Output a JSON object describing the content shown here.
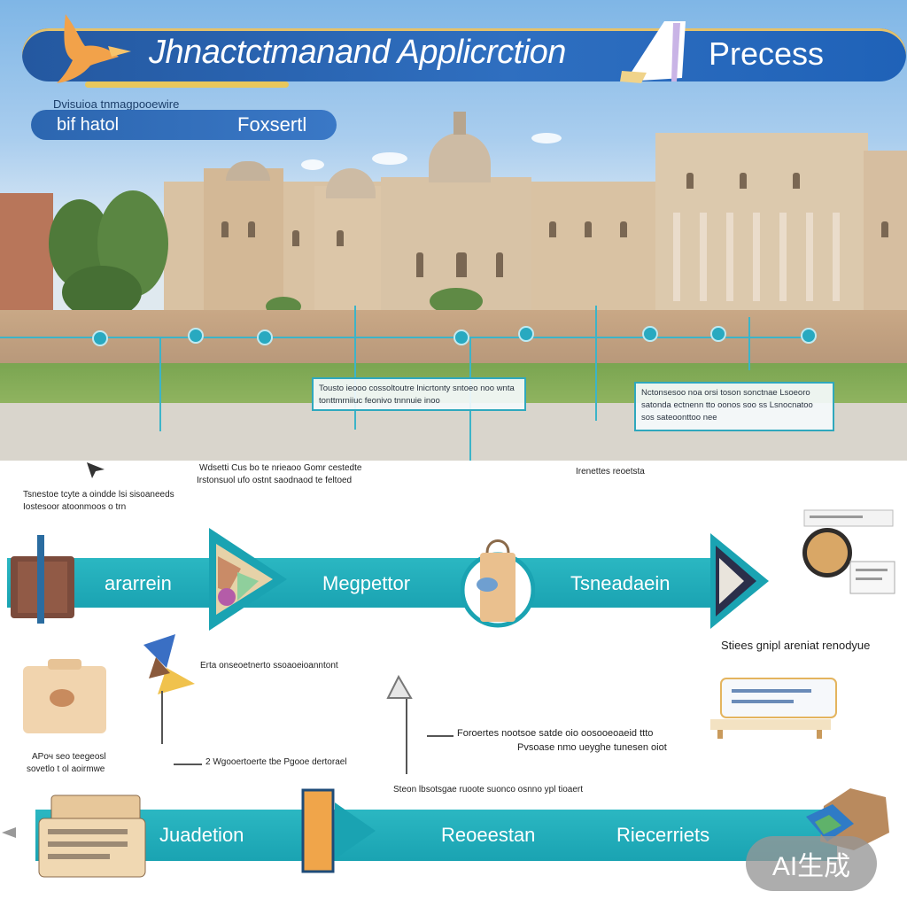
{
  "header": {
    "title": "Jhnactctmanand Applicrction",
    "title_right": "Precess"
  },
  "subheader": {
    "caption": "Dvisuioa tnmagpooewire",
    "left_label": "bif hatol",
    "right_label": "Foxsertl"
  },
  "photo_notes": {
    "note_left": "Tousto ieooo cossoltoutre lnicrtonty sntoeo noo wnta tonttmrniiuc feonivo tnnnuie inoo",
    "note_right": "Nctonsesoo noa orsi toson sonctnae Lsoeoro satonda ectnenn tto oonos soo ss Lsnocnatoo sos sateoonttoo nee",
    "caption_mid": "Wdsetti Cus bo te nrieaoo Gomr cestedte",
    "caption_mid_2": "Irstonsuol ufo ostnt saodnaod te feltoed",
    "caption_left": "Tsnestoe tcyte a oindde lsi sisoaneeds",
    "caption_left_2": "Iostesoor atoonmoos o trn",
    "caption_right": "Irenettes reoetsta"
  },
  "process_top": {
    "steps": [
      "ararrein",
      "Megpettor",
      "Tsneadaein"
    ],
    "side_caption": "Stiees gnipl areniat renodyue"
  },
  "process_middle": {
    "label_top": "Erta onseoetnerto ssoaoeioanntont",
    "label_center": "Foroertes nootsoe satde oio oosooeoaeid ttto",
    "label_center_2": "Pvsoase nmo ueyghe tunesen oiot",
    "label_bottom": "2 Wgooertoerte tbe Pgooe dertorael",
    "label_lower": "Steon lbsotsgae ruoote suonco osnno ypl tioaert",
    "left_caption": "APoч seo teegeosl",
    "left_caption_2": "sovetlo t ol aoirmwe"
  },
  "process_bottom": {
    "steps": [
      "Juadetion",
      "Reoeestan",
      "Riecerriets"
    ]
  },
  "badge": {
    "text": "AI生成"
  },
  "colors": {
    "band": "#1aa3b2",
    "title_bar": "#2458a0",
    "accent_gold": "#e8c75c"
  }
}
